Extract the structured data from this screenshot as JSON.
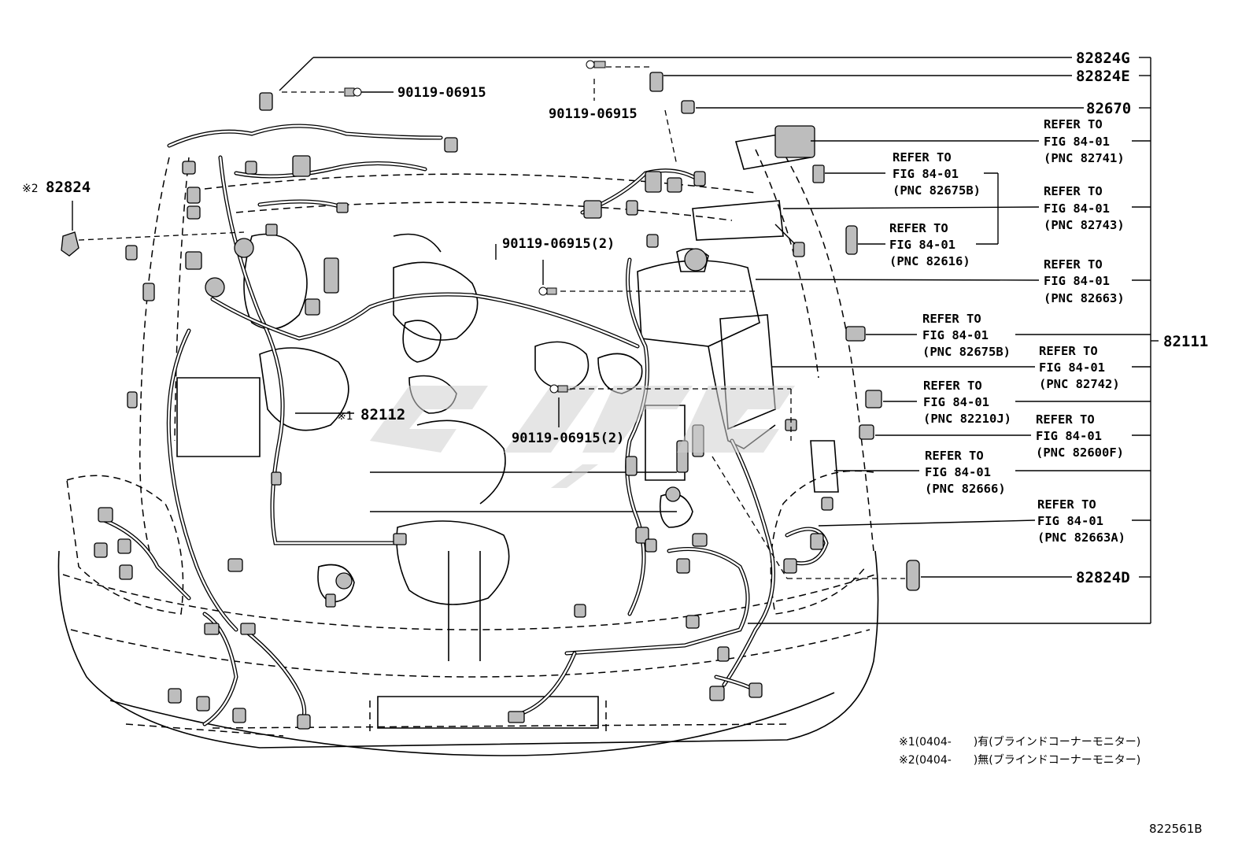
{
  "diagram": {
    "figure_code": "822561B",
    "top_parts": {
      "p82824G": "82824G",
      "p82824E": "82824E",
      "p82670": "82670",
      "p82111": "82111",
      "p82824D": "82824D",
      "p82824_note": "※2",
      "p82824": "82824",
      "p82112_note": "※1",
      "p82112": "82112"
    },
    "bolts": {
      "b1": "90119-06915",
      "b2": "90119-06915",
      "b3": "90119-06915(2)",
      "b4": "90119-06915(2)"
    },
    "refer_to": "REFER TO",
    "fig": "FIG 84-01",
    "refs": [
      "(PNC 82741)",
      "(PNC 82675B)",
      "(PNC 82743)",
      "(PNC 82616)",
      "(PNC 82663)",
      "(PNC 82675B)",
      "(PNC 82742)",
      "(PNC 82210J)",
      "(PNC 82600F)",
      "(PNC 82666)",
      "(PNC 82663A)"
    ],
    "notes": {
      "n1": "※1(0404-　　)有(ブラインドコーナーモニター)",
      "n2": "※2(0404-　　)無(ブラインドコーナーモニター)"
    }
  }
}
